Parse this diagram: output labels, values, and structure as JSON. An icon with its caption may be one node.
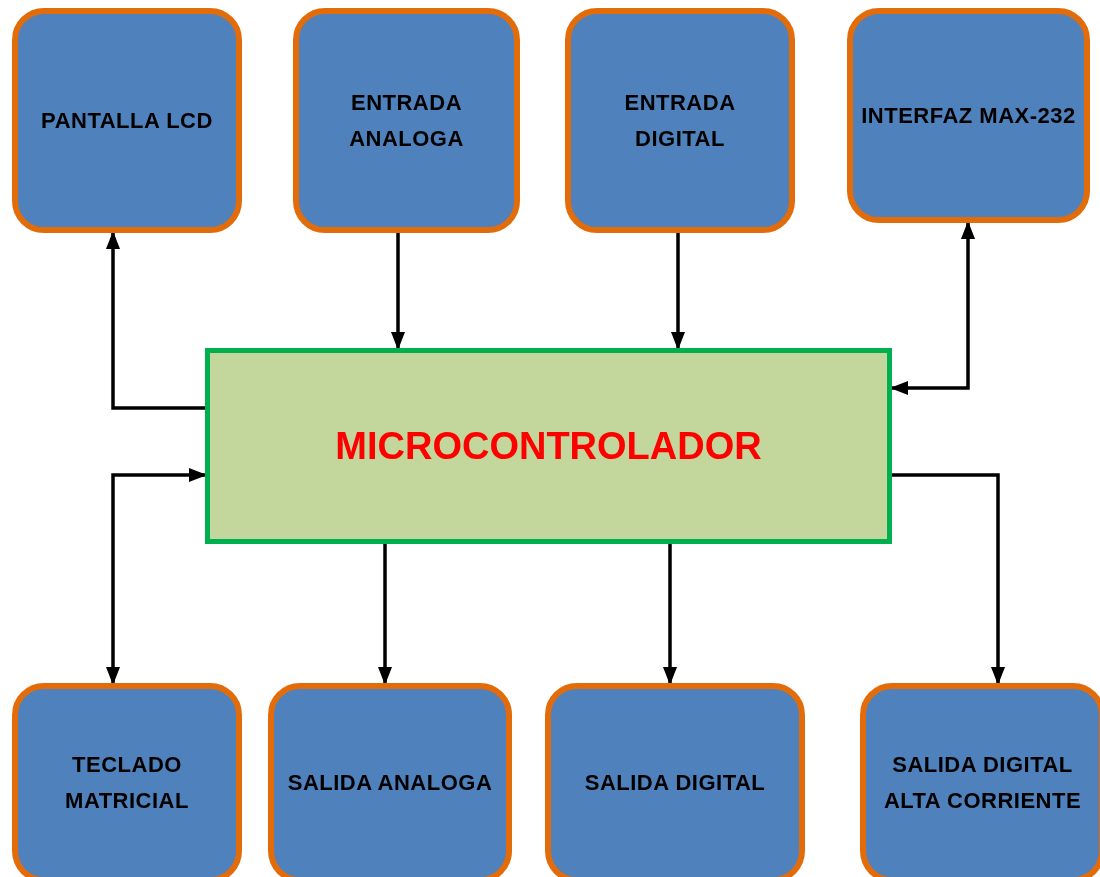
{
  "diagram": {
    "nodes": [
      {
        "text": [
          "PANTALLA LCD"
        ]
      },
      {
        "text": [
          "ENTRADA ANALOGA"
        ]
      },
      {
        "text": [
          "ENTRADA DIGITAL"
        ]
      },
      {
        "text": [
          "INTERFAZ MAX-232"
        ]
      },
      {
        "text": [
          "MICROCONTROLADOR"
        ]
      },
      {
        "text": [
          "TECLADO MATRICIAL"
        ]
      },
      {
        "text": [
          "SALIDA ANALOGA"
        ]
      },
      {
        "text": [
          "SALIDA DIGITAL"
        ]
      },
      {
        "text": [
          "SALIDA DIGITAL ALTA CORRIENTE"
        ]
      }
    ],
    "edges": [
      {
        "from": 4,
        "to": 0,
        "arrow": "to"
      },
      {
        "from": 1,
        "to": 4,
        "arrow": "to"
      },
      {
        "from": 2,
        "to": 4,
        "arrow": "to"
      },
      {
        "from": 3,
        "to": 4,
        "arrow": "both"
      },
      {
        "from": 5,
        "to": 4,
        "arrow": "both"
      },
      {
        "from": 4,
        "to": 6,
        "arrow": "to"
      },
      {
        "from": 4,
        "to": 7,
        "arrow": "to"
      },
      {
        "from": 4,
        "to": 8,
        "arrow": "to"
      }
    ]
  }
}
